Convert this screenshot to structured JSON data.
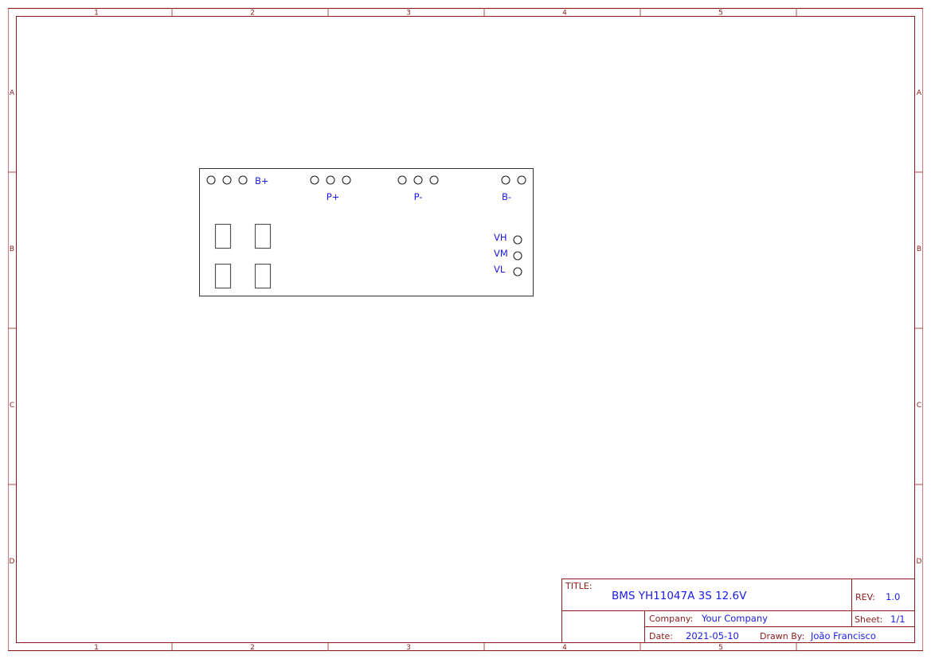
{
  "sheet": {
    "colors": {
      "frame": "#8b1a1a",
      "frame_light": "#c98686",
      "text_value": "#1a1ae6",
      "component": "#333333"
    },
    "columns": [
      "1",
      "2",
      "3",
      "4",
      "5"
    ],
    "rows": [
      "A",
      "B",
      "C",
      "D"
    ]
  },
  "component": {
    "pin_groups": [
      {
        "label": "B+",
        "pads": 3
      },
      {
        "label": "P+",
        "pads": 3
      },
      {
        "label": "P-",
        "pads": 3
      },
      {
        "label": "B-",
        "pads": 2
      }
    ],
    "side_pins": [
      "VH",
      "VM",
      "VL"
    ],
    "rect_pads": 4
  },
  "title_block": {
    "title_label": "TITLE:",
    "title": "BMS YH11047A 3S 12.6V",
    "rev_label": "REV:",
    "rev": "1.0",
    "company_label": "Company:",
    "company": "Your Company",
    "sheet_label": "Sheet:",
    "sheet": "1/1",
    "date_label": "Date:",
    "date": "2021-05-10",
    "drawn_by_label": "Drawn By:",
    "drawn_by": "João Francisco"
  }
}
